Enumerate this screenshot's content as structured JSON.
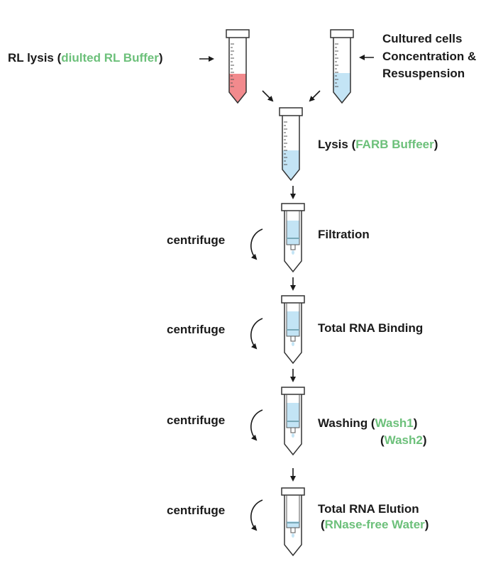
{
  "colors": {
    "text": "#1a1a1a",
    "accent_green": "#6cc07a",
    "lysis_red": "#f28a8d",
    "buffer_blue": "#c3e4f5",
    "outline": "#333333"
  },
  "labels": {
    "rl_lysis": {
      "a": "RL lysis (",
      "g": "diulted  RL Buffer",
      "b": ")"
    },
    "cultured": {
      "line1": "Cultured cells",
      "line2": "Concentration &",
      "line3": "Resuspension"
    },
    "lysis": {
      "a": "Lysis (",
      "g": "FARB Buffeer",
      "b": ")"
    },
    "filtration": "Filtration",
    "binding": "Total RNA Binding",
    "washing": {
      "a": "Washing (",
      "g": "Wash1",
      "b": ")"
    },
    "washing2": {
      "a": "(",
      "g": "Wash2",
      "b": ")"
    },
    "elution": "Total RNA Elution",
    "elution2": {
      "a": "(",
      "g": "RNase-free Water",
      "b": ")"
    },
    "centrifuge": [
      "centrifuge",
      "centrifuge",
      "centrifuge",
      "centrifuge"
    ]
  },
  "icons": [
    "tube-icon",
    "spin-column-icon",
    "arrow-icon",
    "rotation-arrow-icon"
  ]
}
